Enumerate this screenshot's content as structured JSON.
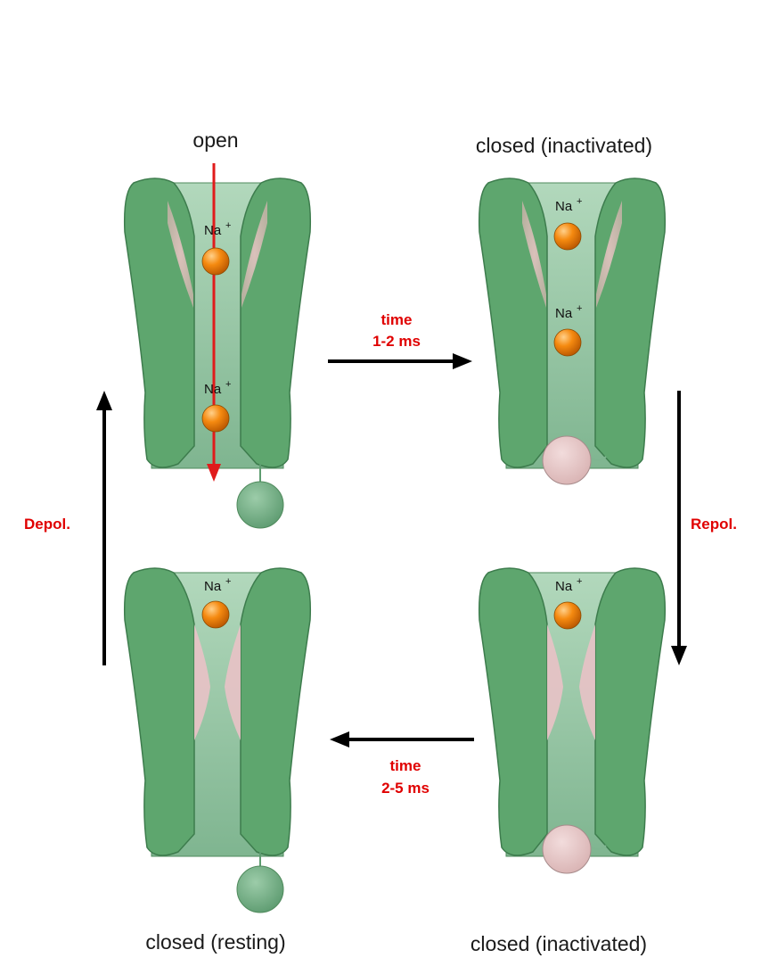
{
  "colors": {
    "membrane": "#5ea66e",
    "membrane_edge": "#3d7c4d",
    "pore": "#a8d2b4",
    "pore_dark": "#79b08b",
    "constriction": "#e6c1c3",
    "ion": "#f07a00",
    "ion_path": "#e01b1b",
    "transition_text": "#e00000",
    "arrow": "#000000",
    "gate_closed": "#e6c8c8",
    "gate_open": "#6aa880"
  },
  "ion": {
    "symbol": "Na",
    "charge": "+"
  },
  "states": {
    "open": {
      "label": "open"
    },
    "inactivated_top": {
      "label": "closed (inactivated)"
    },
    "inactivated_bottom": {
      "label": "closed (inactivated)"
    },
    "resting": {
      "label": "closed (resting)"
    }
  },
  "transitions": {
    "time_short": {
      "line1": "time",
      "line2": "1-2 ms"
    },
    "time_long": {
      "line1": "time",
      "line2": "2-5 ms"
    },
    "repol": {
      "label": "Repol."
    },
    "depol": {
      "label": "Depol."
    }
  }
}
